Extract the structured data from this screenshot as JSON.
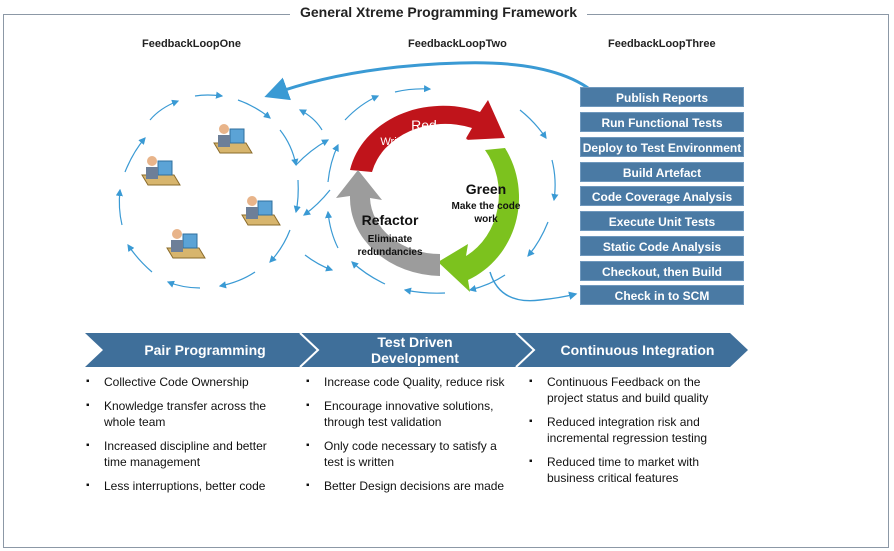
{
  "title": "General Xtreme Programming Framework",
  "loops": [
    "FeedbackLoopOne",
    "FeedbackLoopTwo",
    "FeedbackLoopThree"
  ],
  "tdd_cycle": {
    "red": {
      "label": "Red",
      "desc": "Write a failing test"
    },
    "green": {
      "label": "Green",
      "desc1": "Make the code",
      "desc2": "work"
    },
    "refactor": {
      "label": "Refactor",
      "desc1": "Eliminate",
      "desc2": "redundancies"
    }
  },
  "ci_steps": [
    "Publish Reports",
    "Run Functional Tests",
    "Deploy to Test Environment",
    "Build Artefact",
    "Code Coverage Analysis",
    "Execute Unit Tests",
    "Static Code Analysis",
    "Checkout, then Build",
    "Check in to SCM"
  ],
  "sections": [
    {
      "label": "Pair Programming",
      "bullets": [
        "Collective Code Ownership",
        "Knowledge transfer across the whole team",
        "Increased discipline and better time management",
        "Less interruptions, better code"
      ]
    },
    {
      "label": "Test Driven Development",
      "bullets": [
        "Increase code Quality, reduce risk",
        "Encourage innovative solutions, through test validation",
        "Only code necessary to satisfy a test is written",
        "Better Design decisions are made"
      ]
    },
    {
      "label": "Continuous Integration",
      "bullets": [
        "Continuous Feedback on the project status and build quality",
        "Reduced integration risk and incremental regression testing",
        "Reduced time to market with business critical features"
      ]
    }
  ],
  "colors": {
    "chevron": "#3f6f9a",
    "ci_box": "#4a7aa4",
    "red": "#c0141b",
    "green": "#7cc21e",
    "grey": "#9c9c9c",
    "arrow": "#3a9ad4"
  }
}
